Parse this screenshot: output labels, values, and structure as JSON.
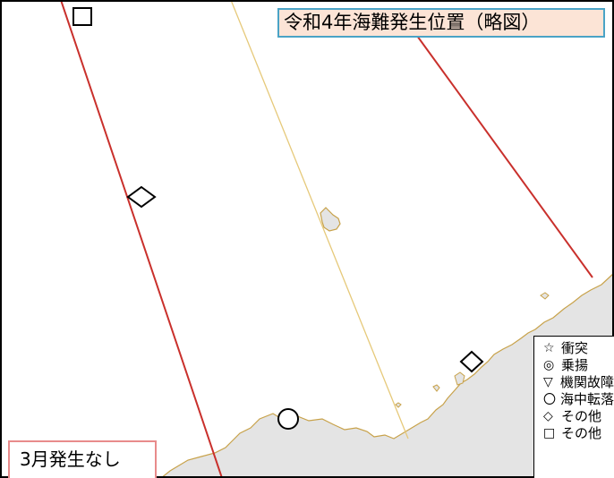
{
  "map": {
    "title": "令和4年海難発生位置（略図）",
    "note": "3月発生なし",
    "colors": {
      "boundary_line": "#c9302c",
      "route_line": "#e6c97a",
      "coast_outline": "#c8a24a",
      "land": "#e4e4e4"
    },
    "legend": [
      {
        "symbol": "☆",
        "label": "衝突"
      },
      {
        "symbol": "◎",
        "label": "乗揚"
      },
      {
        "symbol": "▽",
        "label": "機関故障"
      },
      {
        "symbol": "〇",
        "label": "海中転落"
      },
      {
        "symbol": "◇",
        "label": "その他"
      },
      {
        "symbol": "□",
        "label": "その他"
      }
    ],
    "markers": [
      {
        "type": "square"
      },
      {
        "type": "diamond"
      },
      {
        "type": "diamond"
      },
      {
        "type": "circle"
      }
    ]
  }
}
